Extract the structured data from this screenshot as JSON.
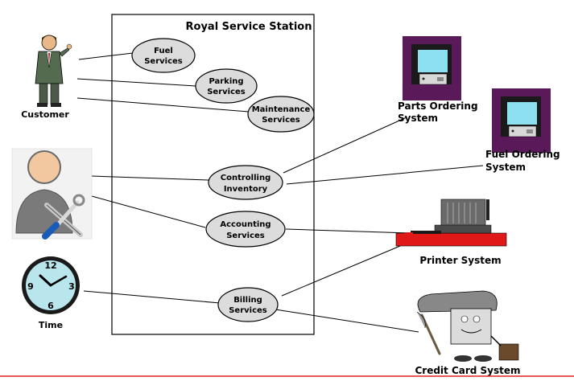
{
  "system": {
    "title": "Royal Service Station"
  },
  "use_cases": {
    "fuel": [
      "Fuel",
      "Services"
    ],
    "parking": [
      "Parking",
      "Services"
    ],
    "maintenance": [
      "Maintenance",
      "Services"
    ],
    "inventory": [
      "Controlling",
      "Inventory"
    ],
    "accounting": [
      "Accounting",
      "Services"
    ],
    "billing": [
      "Billing",
      "Services"
    ]
  },
  "actors": {
    "customer": [
      "Customer"
    ],
    "parts": [
      "Parts Ordering",
      "System"
    ],
    "fuel_ordering": [
      "Fuel Ordering",
      "System"
    ],
    "printer": [
      "Printer System"
    ],
    "time": [
      "Time"
    ],
    "credit": [
      "Credit Card System"
    ]
  },
  "clock": {
    "n12": "12",
    "n3": "3",
    "n6": "6",
    "n9": "9"
  },
  "colors": {
    "use_case_fill": "#dcdcdc",
    "footer_line": "#e02020",
    "monitor_frame": "#5a1a5a",
    "monitor_screen": "#8ce0f0",
    "printer_base": "#e01818",
    "clock_face": "#b8e6ec"
  }
}
